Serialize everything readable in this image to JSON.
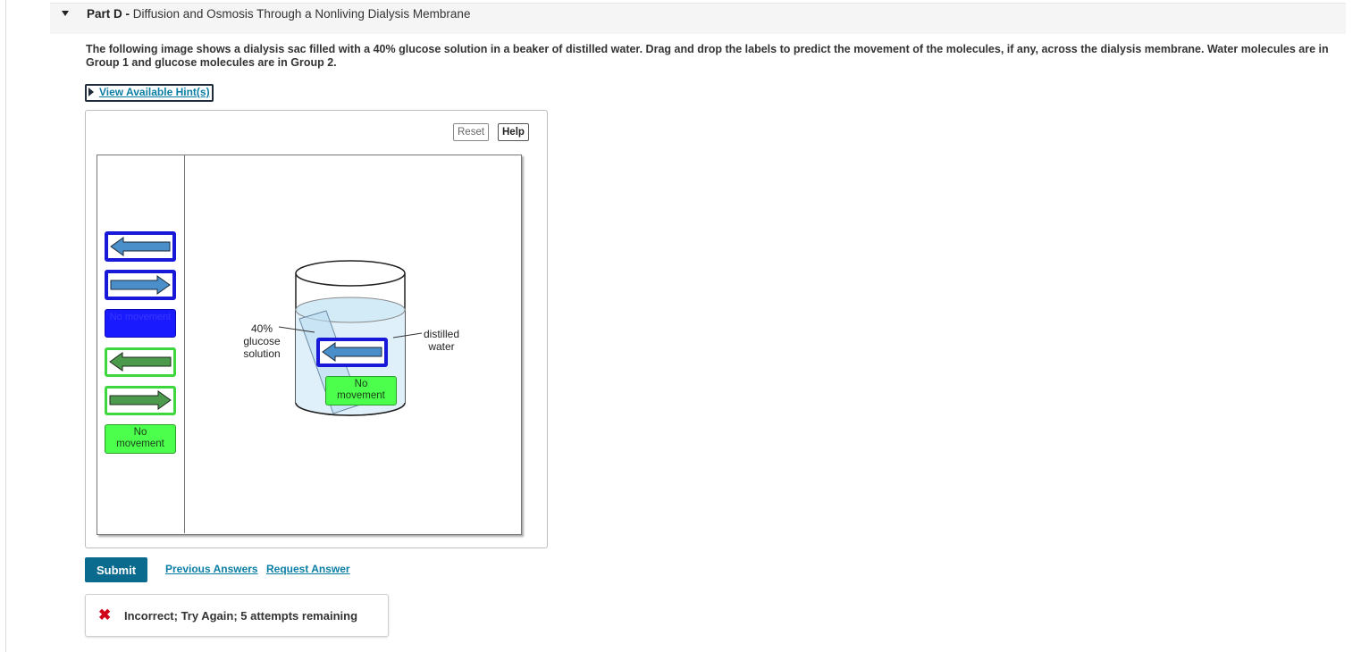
{
  "part": {
    "label": "Part D -",
    "title": "Diffusion and Osmosis Through a Nonliving Dialysis Membrane"
  },
  "instructions": "The following image shows a dialysis sac filled with a 40% glucose solution in a beaker of distilled water. Drag and drop the labels to predict the movement of the molecules, if any, across the dialysis membrane. Water molecules are in Group 1 and glucose molecules are in Group 2.",
  "hint_link": "View Available Hint(s)",
  "toolbar": {
    "reset": "Reset",
    "help": "Help"
  },
  "labels": {
    "no_movement": "No movement",
    "no_line1": "No",
    "no_line2": "movement"
  },
  "diagram": {
    "sac_label_line1": "40%",
    "sac_label_line2": "glucose",
    "sac_label_line3": "solution",
    "beaker_label_line1": "distilled",
    "beaker_label_line2": "water"
  },
  "actions": {
    "submit": "Submit",
    "previous_answers": "Previous Answers",
    "request_answer": "Request Answer"
  },
  "feedback": {
    "icon": "✖",
    "message": "Incorrect; Try Again; 5 attempts remaining"
  },
  "colors": {
    "group1_blue": "#1818d8",
    "group2_green": "#3ed83e",
    "arrow_blue": "#4a8fc9",
    "arrow_green": "#4c9a4c",
    "submit": "#0b6b8f",
    "error": "#d0021b"
  }
}
